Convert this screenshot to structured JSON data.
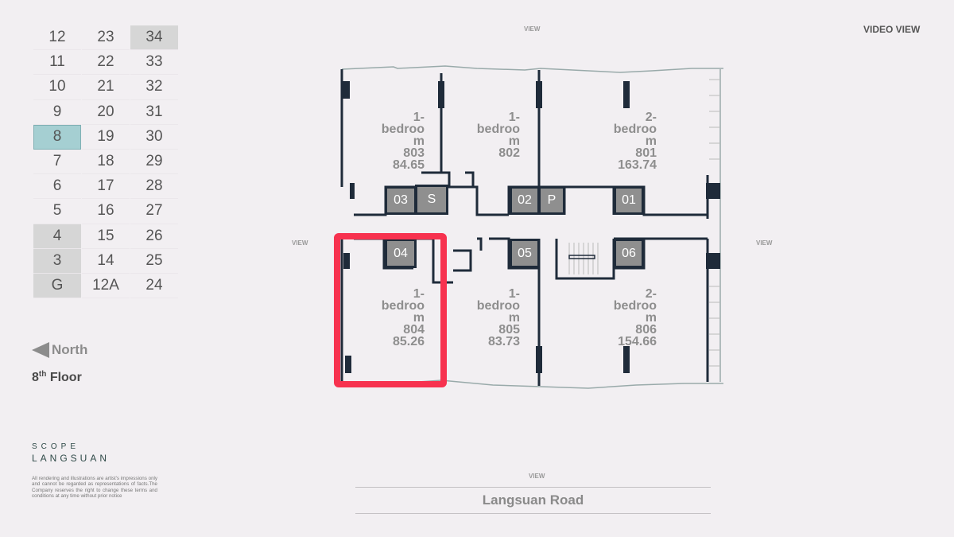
{
  "floor_selector": {
    "rows": [
      [
        "12",
        "23",
        "34"
      ],
      [
        "11",
        "22",
        "33"
      ],
      [
        "10",
        "21",
        "32"
      ],
      [
        "9",
        "20",
        "31"
      ],
      [
        "8",
        "19",
        "30"
      ],
      [
        "7",
        "18",
        "29"
      ],
      [
        "6",
        "17",
        "28"
      ],
      [
        "5",
        "16",
        "27"
      ],
      [
        "4",
        "15",
        "26"
      ],
      [
        "3",
        "14",
        "25"
      ],
      [
        "G",
        "12A",
        "24"
      ]
    ],
    "selected": "8",
    "unavailable": [
      "34",
      "4",
      "3",
      "G"
    ]
  },
  "compass": {
    "icon": "left-arrow-icon",
    "label": "North"
  },
  "floor_title": {
    "number": "8",
    "suffix": "th",
    "label": "Floor"
  },
  "brand": {
    "top": "SCOPE",
    "bottom": "LANGSUAN"
  },
  "disclaimer": "All rendering and illustrations are artist's impressions only and cannot be regarded as representations of facts.The Company reserves the right to change these terms and conditions at any time without prior notice",
  "video_view_label": "VIDEO VIEW",
  "view_labels": {
    "top": "VIEW",
    "left": "VIEW",
    "right": "VIEW",
    "bottom": "VIEW"
  },
  "road": "Langsuan Road",
  "units": [
    {
      "type": "1-",
      "type2": "bedroo",
      "type3": "m",
      "number": "803",
      "area": "84.65"
    },
    {
      "type": "1-",
      "type2": "bedroo",
      "type3": "m",
      "number": "802",
      "area": ""
    },
    {
      "type": "2-",
      "type2": "bedroo",
      "type3": "m",
      "number": "801",
      "area": "163.74"
    },
    {
      "type": "1-",
      "type2": "bedroo",
      "type3": "m",
      "number": "804",
      "area": "85.26"
    },
    {
      "type": "1-",
      "type2": "bedroo",
      "type3": "m",
      "number": "805",
      "area": "83.73"
    },
    {
      "type": "2-",
      "type2": "bedroo",
      "type3": "m",
      "number": "806",
      "area": "154.66"
    }
  ],
  "lifts": [
    "03",
    "S",
    "02",
    "P",
    "01",
    "04",
    "05",
    "06"
  ],
  "selected_unit": "804",
  "colors": {
    "selected_floor": "#a5cfd2",
    "unavailable_floor": "#d6d6d6",
    "highlight": "#f7324f",
    "wall": "#1f2b3a",
    "lift": "#8f8f8f"
  }
}
